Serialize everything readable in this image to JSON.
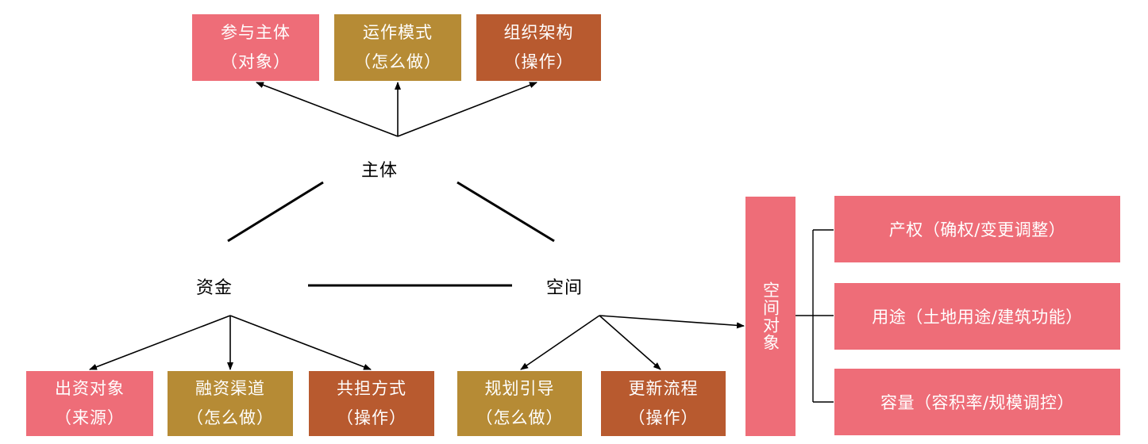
{
  "subject": {
    "label": "主体",
    "boxes": [
      {
        "line1": "参与主体",
        "line2": "（对象）",
        "color": "#ee6d78"
      },
      {
        "line1": "运作模式",
        "line2": "（怎么做）",
        "color": "#b68b35"
      },
      {
        "line1": "组织架构",
        "line2": "（操作）",
        "color": "#b85a2f"
      }
    ]
  },
  "funds": {
    "label": "资金",
    "boxes": [
      {
        "line1": "出资对象",
        "line2": "（来源）",
        "color": "#ee6d78"
      },
      {
        "line1": "融资渠道",
        "line2": "（怎么做）",
        "color": "#b68b35"
      },
      {
        "line1": "共担方式",
        "line2": "（操作）",
        "color": "#b85a2f"
      }
    ]
  },
  "space": {
    "label": "空间",
    "boxes": [
      {
        "line1": "规划引导",
        "line2": "（怎么做）",
        "color": "#b68b35"
      },
      {
        "line1": "更新流程",
        "line2": "（操作）",
        "color": "#b85a2f"
      }
    ],
    "object_box": "空间对象",
    "object_items": [
      "产权（确权/变更调整）",
      "用途（土地用途/建筑功能）",
      "容量（容积率/规模调控）"
    ]
  }
}
